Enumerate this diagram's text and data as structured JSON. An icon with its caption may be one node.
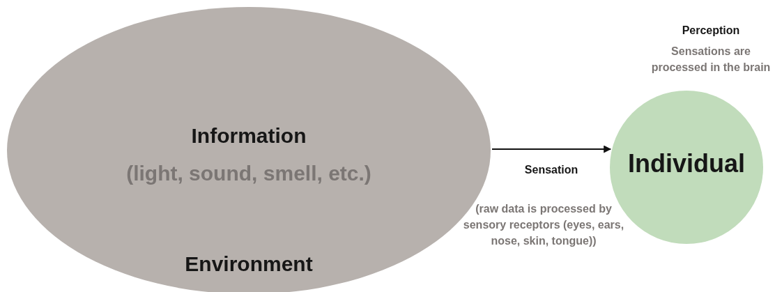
{
  "diagram": {
    "nodes": [
      {
        "text": [
          "Information",
          "(light, sound, smell, etc.)",
          "Environment"
        ]
      },
      {
        "text": [
          "Individual"
        ],
        "beside": [
          "Perception",
          "Sensations are processed in the brain"
        ]
      }
    ],
    "edges": [
      {
        "from": 0,
        "to": 1,
        "arrow": "to",
        "label": "Sensation"
      }
    ],
    "labels": [
      "(raw data is processed by sensory receptors (eyes, ears, nose, skin, tongue))"
    ]
  }
}
